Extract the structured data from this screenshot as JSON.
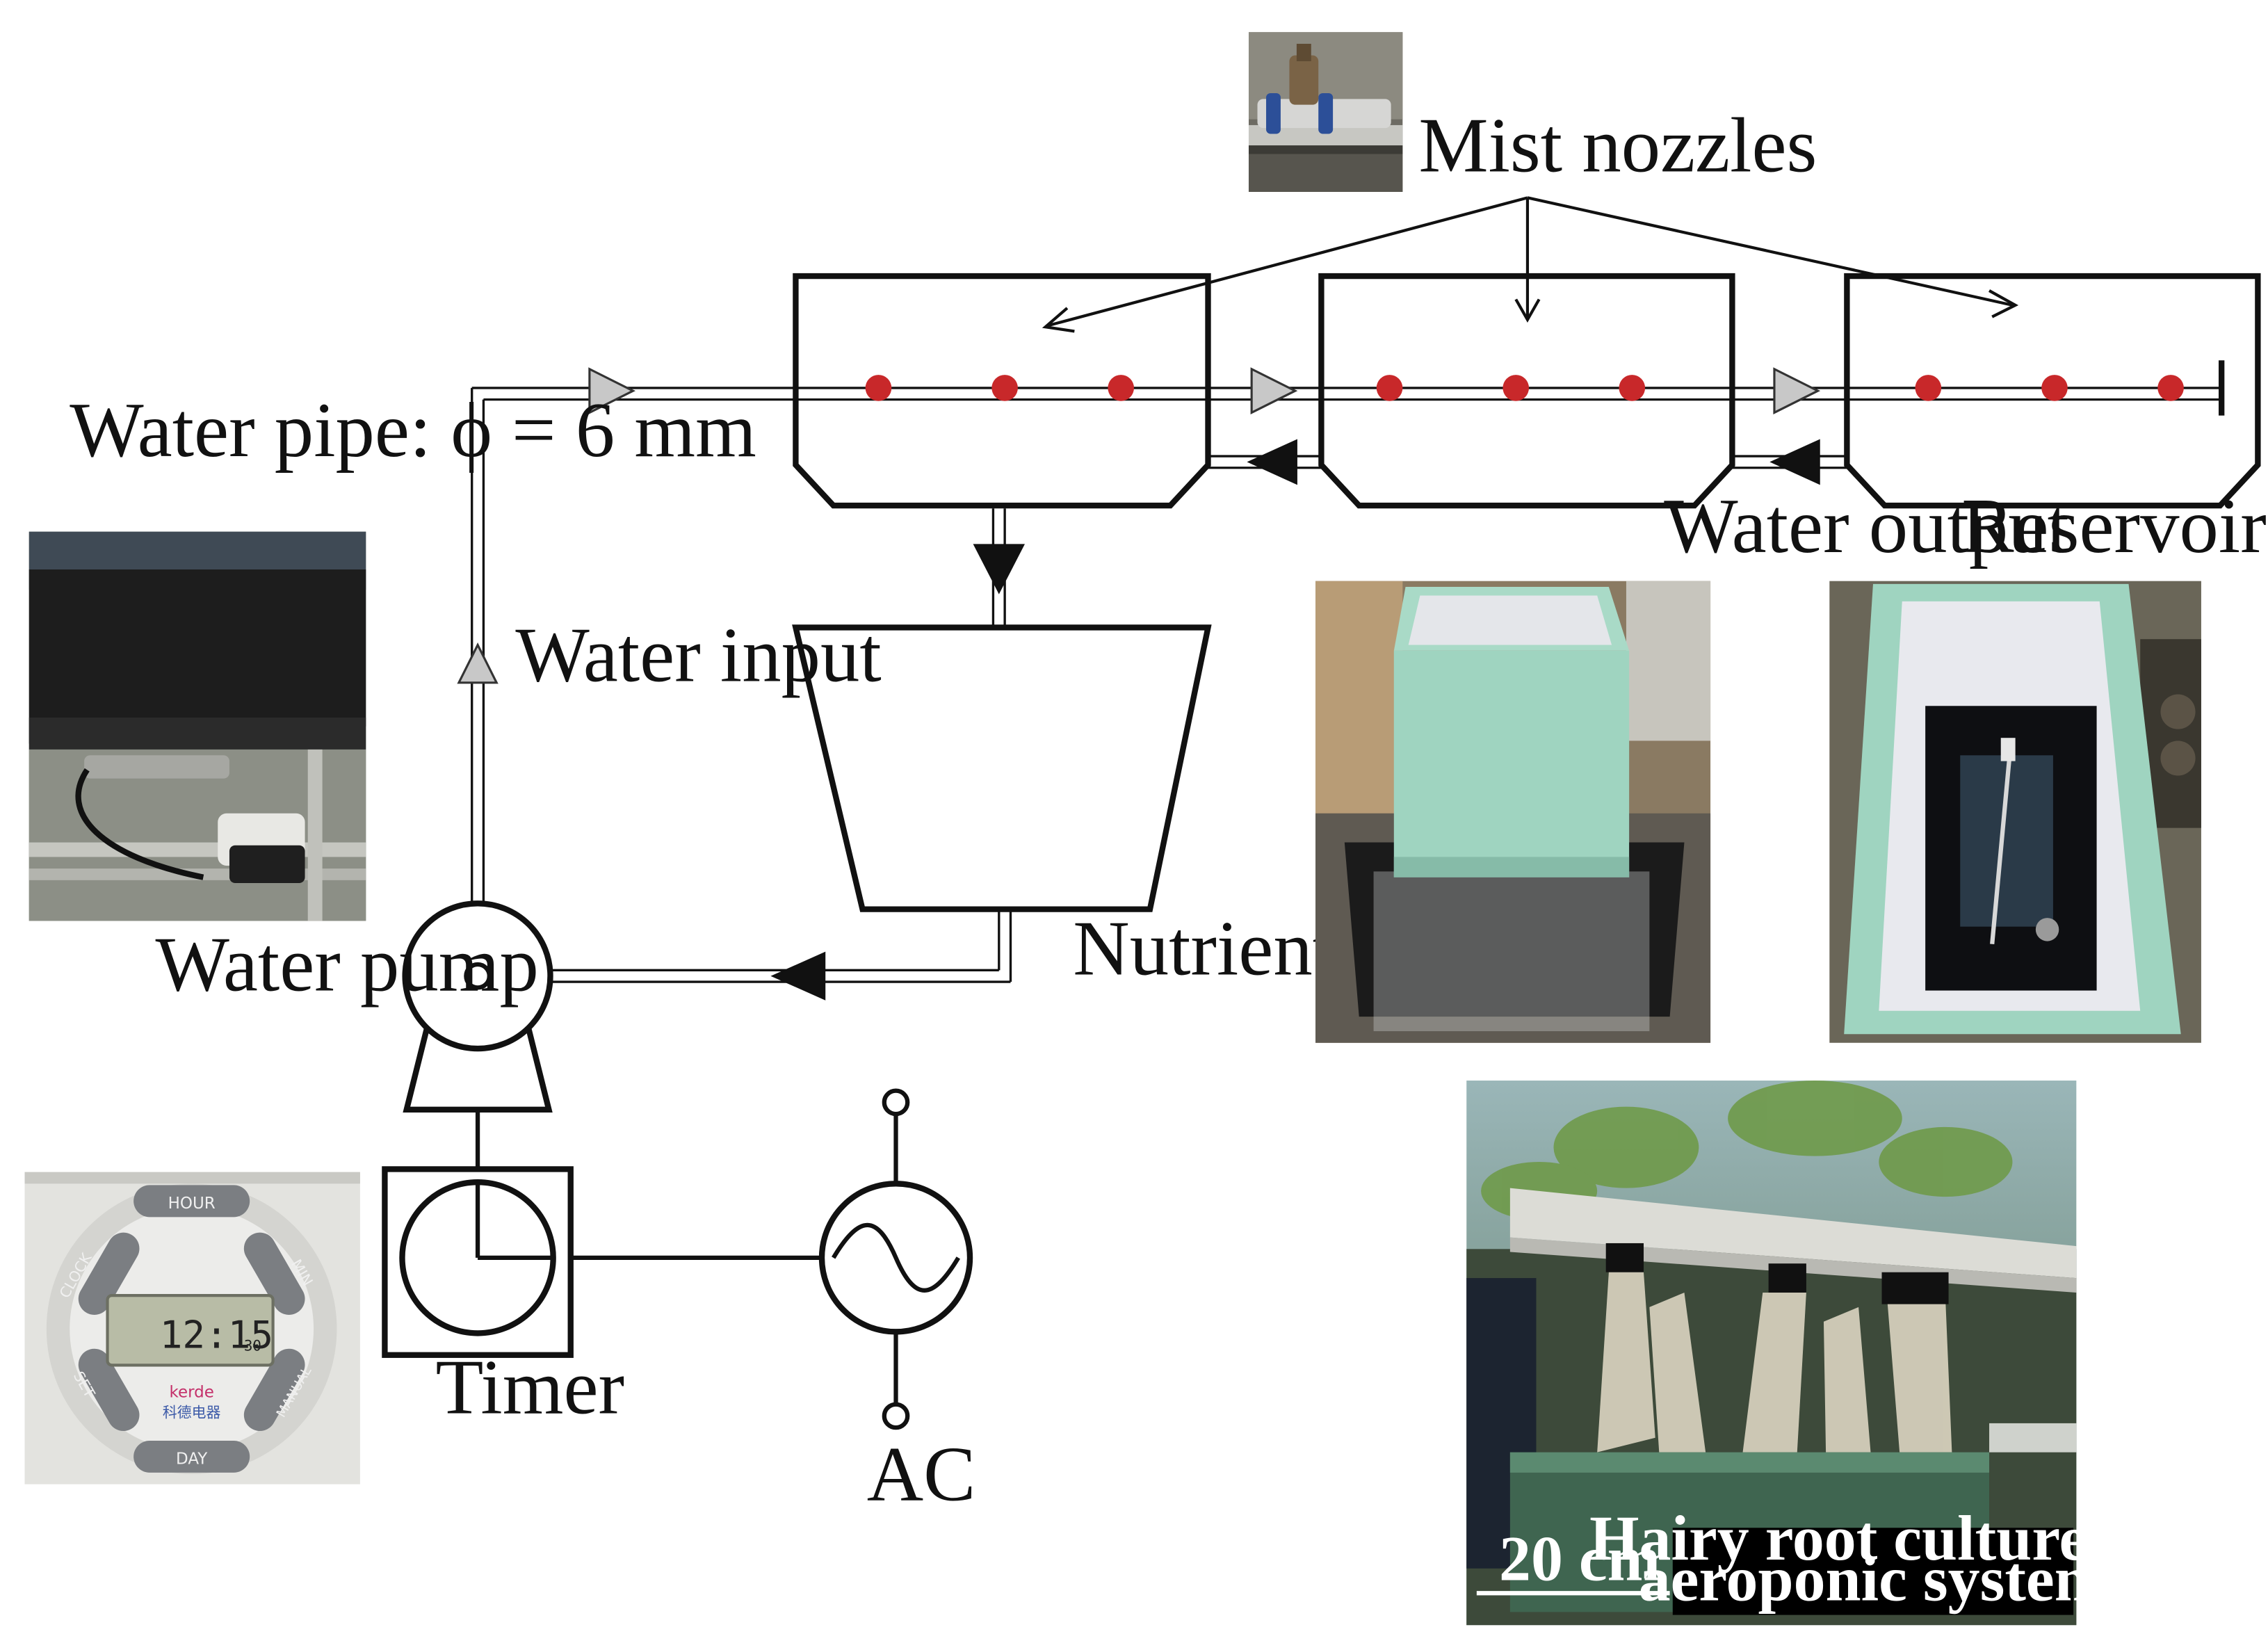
{
  "labels": {
    "mist_nozzles": "Mist nozzles",
    "water_pipe": "Water pipe: ϕ = 6 mm",
    "water_input": "Water input",
    "water_pump": "Water pump",
    "nutrient_tank": "Nutrient tank",
    "water_output": "Water output",
    "reservoir": "Reservoir",
    "timer": "Timer",
    "ac": "AC"
  },
  "timer_photo": {
    "buttons": [
      "HOUR",
      "MIN",
      "MANUAL",
      "DAY",
      "SET",
      "CLOCK"
    ],
    "lcd_reading": "12:15",
    "lcd_small": "30",
    "brand": "kerde",
    "brand_cn": "科德电器"
  },
  "hairy_root_photo": {
    "caption_line1": "Hairy root culture in",
    "caption_line2": "aeroponic system",
    "scale_bar": "20 cm"
  },
  "colors": {
    "line": "#111111",
    "nozzle": "#c8282a",
    "arrow_gray": "#c8c8c8",
    "arrow_dark": "#111111",
    "foam_green": "#9fd4c0"
  }
}
